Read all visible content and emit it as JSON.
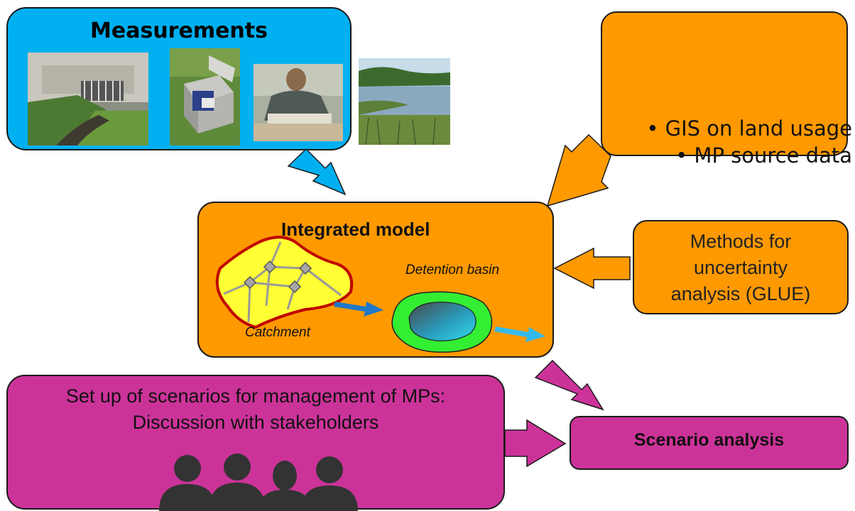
{
  "colors": {
    "measurements_box": "#00b0f0",
    "model_box": "#ff9900",
    "scenario_box": "#cc3399",
    "catchment_fill": "#ffff33",
    "catchment_outline": "#c00000",
    "basin_ring": "#33ee33",
    "arrow_blue": "#1f78c8",
    "arrow_light_blue": "#33bbee",
    "silhouette": "#333333"
  },
  "measurements": {
    "title": "Measurements",
    "photos": [
      {
        "icon": "weir-outlet-photo"
      },
      {
        "icon": "sampler-box-photo"
      },
      {
        "icon": "researcher-sampling-photo"
      },
      {
        "icon": "pond-photo"
      }
    ]
  },
  "gis": {
    "items": [
      "• GIS on land usage",
      "• MP source data"
    ]
  },
  "model": {
    "title": "Integrated model",
    "catchment_label": "Catchment",
    "basin_label": "Detention basin"
  },
  "methods": {
    "lines": [
      "Methods for",
      "uncertainty",
      "analysis (GLUE)"
    ]
  },
  "setup": {
    "lines": [
      "Set up of scenarios for management of MPs:",
      "Discussion with stakeholders"
    ],
    "icon": "stakeholder-silhouettes-icon"
  },
  "scenario": {
    "label": "Scenario analysis"
  }
}
